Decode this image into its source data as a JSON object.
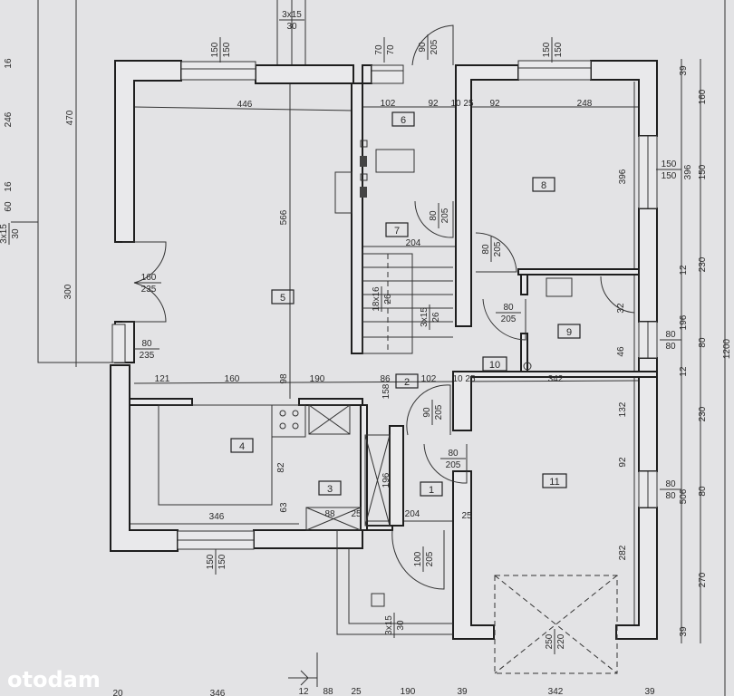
{
  "title": "Floor plan",
  "watermark": "otodam",
  "rooms": [
    "1",
    "2",
    "3",
    "4",
    "5",
    "6",
    "7",
    "8",
    "9",
    "10",
    "11"
  ],
  "openings": [
    {
      "top": "160",
      "bottom": "235"
    },
    {
      "top": "80",
      "bottom": "235"
    },
    {
      "top": "90",
      "bottom": "205"
    },
    {
      "top": "70",
      "bottom": "70"
    },
    {
      "top": "80",
      "bottom": "205"
    },
    {
      "top": "80",
      "bottom": "205"
    },
    {
      "top": "80",
      "bottom": "205"
    },
    {
      "top": "90",
      "bottom": "205"
    },
    {
      "top": "80",
      "bottom": "205"
    },
    {
      "top": "100",
      "bottom": "205"
    },
    {
      "top": "150",
      "bottom": "150"
    },
    {
      "top": "150",
      "bottom": "150"
    },
    {
      "top": "150",
      "bottom": "150"
    },
    {
      "top": "80",
      "bottom": "80"
    },
    {
      "top": "80",
      "bottom": "80"
    },
    {
      "top": "150",
      "bottom": "150"
    },
    {
      "top": "250",
      "bottom": "220"
    },
    {
      "top": "3x15",
      "bottom": "30"
    },
    {
      "top": "3x15",
      "bottom": "30"
    },
    {
      "top": "3x15",
      "bottom": "30"
    },
    {
      "top": "18x16",
      "bottom": "26"
    },
    {
      "top": "3x15",
      "bottom": "26"
    }
  ],
  "dims": [
    "446",
    "566",
    "470",
    "246",
    "16",
    "16",
    "60",
    "300",
    "102",
    "92",
    "10 25",
    "92",
    "248",
    "396",
    "396",
    "39",
    "160",
    "150",
    "230",
    "12",
    "196",
    "80",
    "1200",
    "204",
    "121",
    "160",
    "98",
    "190",
    "86",
    "102",
    "10 25",
    "342",
    "158",
    "132",
    "92",
    "282",
    "506",
    "230",
    "80",
    "270",
    "12",
    "39",
    "82",
    "346",
    "63",
    "88",
    "25",
    "196",
    "204",
    "25",
    "32",
    "46"
  ],
  "bottom_dims": [
    "20",
    "346",
    "12",
    "88",
    "25",
    "190",
    "39",
    "342",
    "39"
  ]
}
